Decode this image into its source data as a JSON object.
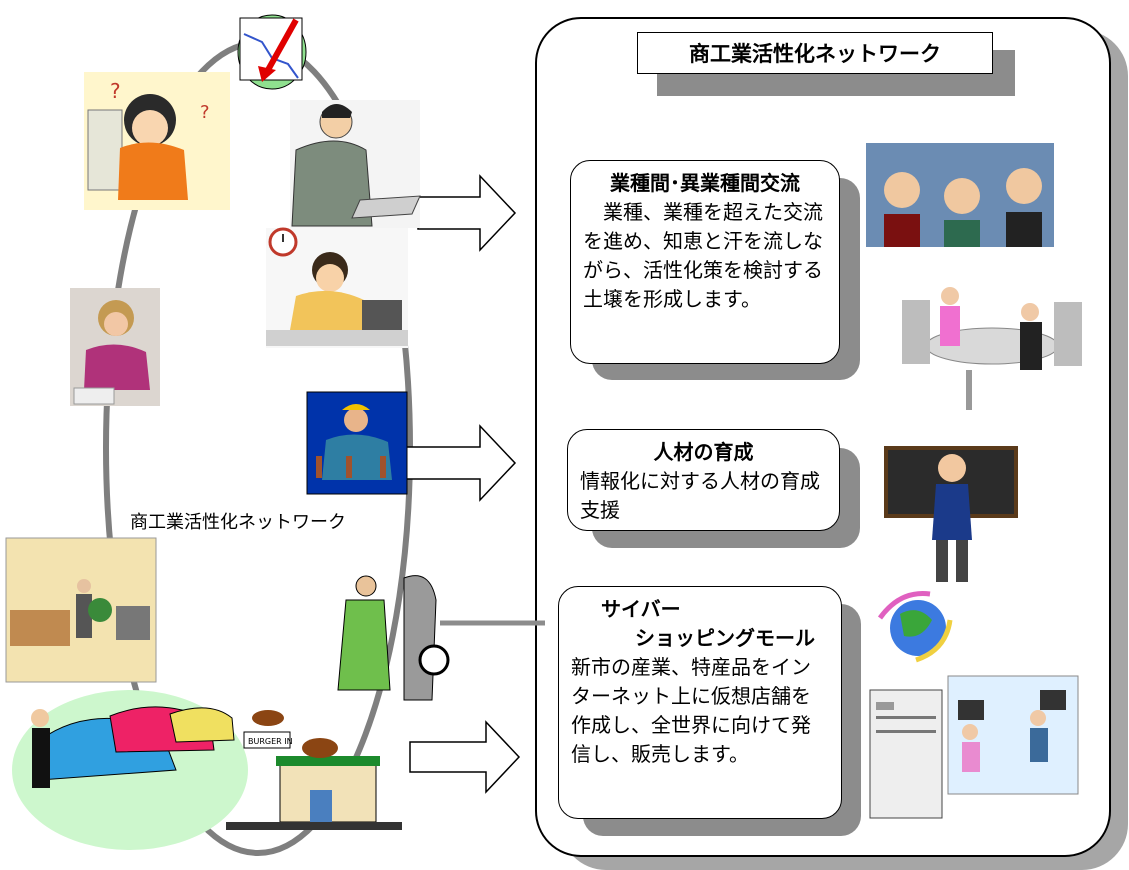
{
  "panel": {
    "title": "商工業活性化ネットワーク"
  },
  "ring": {
    "label": "商工業活性化ネットワーク"
  },
  "cards": [
    {
      "head": "業種間･異業種間交流",
      "body": "　業種、業種を超えた交流を進め、知恵と汗を流しながら、活性化策を検討する土壌を形成します。"
    },
    {
      "head": "人材の育成",
      "body": "情報化に対する人材の育成支援"
    },
    {
      "head_line1": "サイバー",
      "head_line2": "ショッピングモール",
      "body": "新市の産業、特産品をインターネット上に仮想店舗を作成し、全世界に向けて発信し、販売します。"
    }
  ],
  "signs": {
    "burger_sign": "BURGER IN"
  }
}
